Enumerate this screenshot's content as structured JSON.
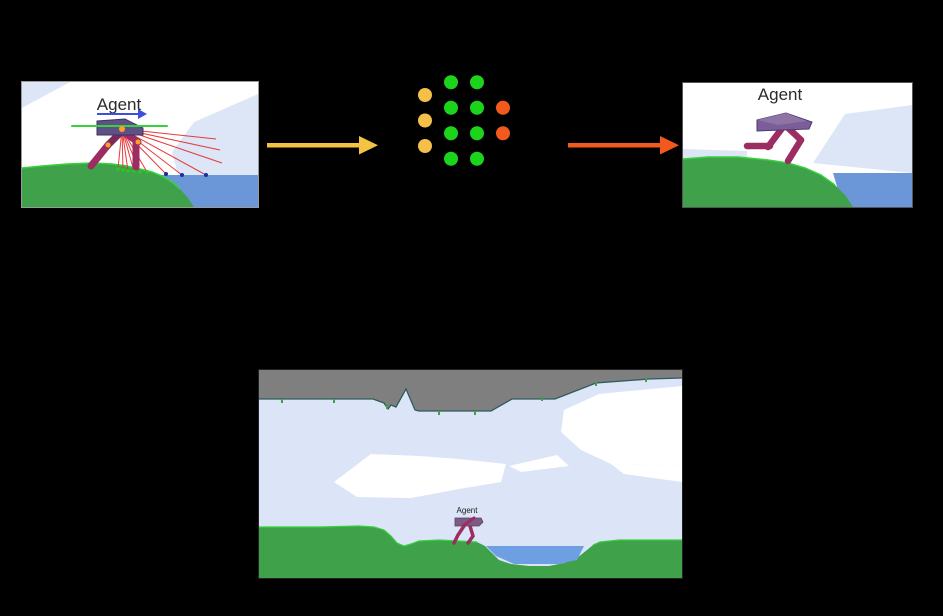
{
  "figure": {
    "background": "#000000",
    "panels": {
      "observation": {
        "agent_label": "Agent"
      },
      "action": {
        "agent_label": "Agent"
      },
      "environment": {
        "agent_label": "Agent"
      }
    },
    "network": {
      "layers": [
        {
          "name": "input-node",
          "color": "#F5C04A",
          "count": 3
        },
        {
          "name": "hidden1-node",
          "color": "#1BD41B",
          "count": 4
        },
        {
          "name": "hidden2-node",
          "color": "#1BD41B",
          "count": 4
        },
        {
          "name": "output-node",
          "color": "#F2591D",
          "count": 2
        }
      ]
    },
    "arrows": {
      "observation_to_network_color": "#F5C342",
      "network_to_action_color": "#F2591D"
    },
    "palette": {
      "sky_white": "#FFFFFF",
      "sky_light_blue": "#DCE6F6",
      "env_sky_blue": "#DBE5F7",
      "cloud_white": "#FFFFFF",
      "terrain_green": "#3FA24A",
      "terrain_edge_green": "#35D23C",
      "water_blue": "#6B97D9",
      "pool_blue": "#6F9FE3",
      "ceiling_gray": "#7F7F7F",
      "ceiling_edge_teal": "#2D5C5A",
      "agent_hull_purple": "#5E5186",
      "agent_hull_purple_light": "#7B5E99",
      "agent_leg_maroon": "#9C2D62",
      "agent_leg_dark_maroon": "#7C2A58",
      "lidar_red": "#E83030",
      "lidar_hit_green": "#22CC22",
      "lidar_hit_blue": "#1A2F9E",
      "joint_orange": "#FFA028",
      "heading_arrow_blue": "#3C50DD",
      "label_dark": "#2B2B2B"
    }
  }
}
